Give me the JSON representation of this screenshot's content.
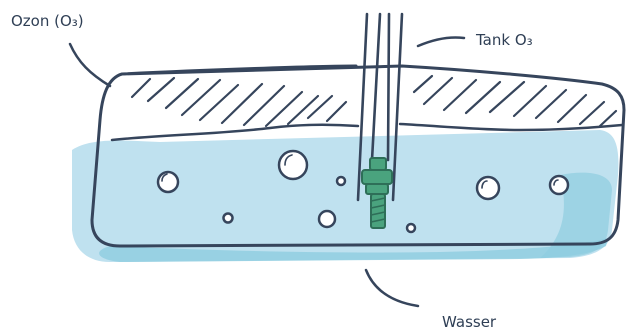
{
  "labels": {
    "ozone": "Ozon (O₃)",
    "tank": "Tank O₃",
    "water": "Wasser"
  },
  "colors": {
    "outline": "#36455c",
    "water_light": "#bfe1ef",
    "water_mid": "#8fcde0",
    "water_shadow": "#6bb6c8",
    "hatch": "#36455c",
    "pipe_cap": "#4aa37e",
    "pipe_cap_dark": "#2e6f58",
    "label_text": "#2f3f55"
  },
  "icons": {
    "gas_layer": "diagonal-hatch",
    "bubbles": "circle-outline",
    "diffuser": "nozzle"
  }
}
